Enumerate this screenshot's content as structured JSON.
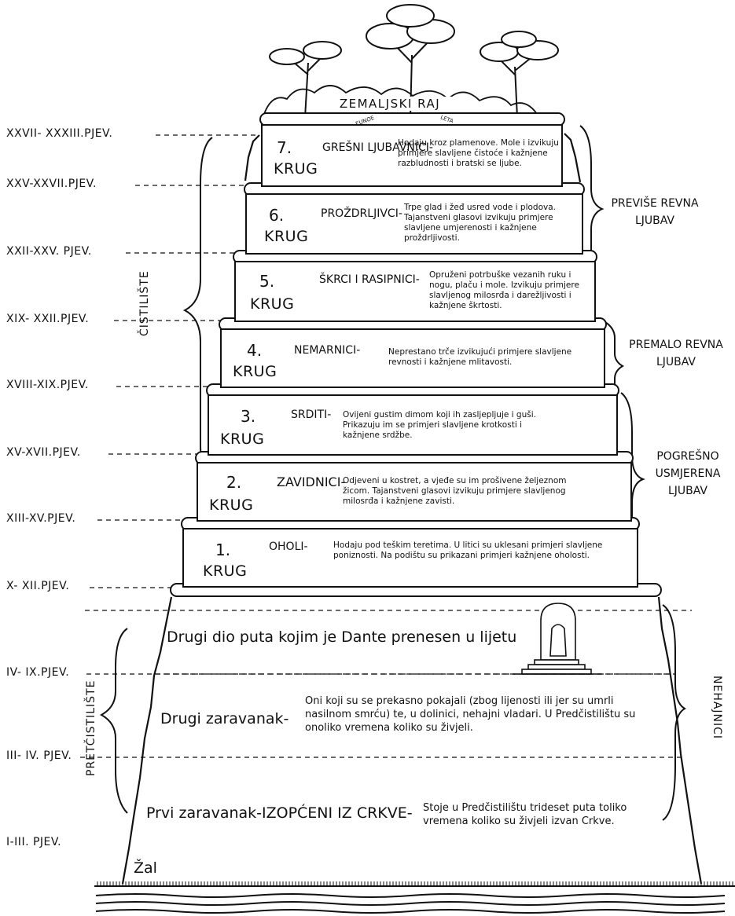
{
  "canto_labels": [
    "XXVII- XXXIII.PJEV.",
    "XXV-XXVII.PJEV.",
    "XXII-XXV. PJEV.",
    "XIX- XXII.PJEV.",
    "XVIII-XIX.PJEV.",
    "XV-XVII.PJEV.",
    "XIII-XV.PJEV.",
    "X- XII.PJEV.",
    "IV- IX.PJEV.",
    "III- IV. PJEV.",
    "I-III. PJEV."
  ],
  "top_label": "ZEMALJSKI RAJ",
  "rivers": [
    "EUNOE",
    "LETA"
  ],
  "terraces": [
    {
      "num": "7.",
      "krug": "KRUG",
      "name": "GREŠNI LJUBAVNICI-",
      "desc": "Hodaju kroz plamenove. Mole i izvikuju primjere slavljene čistoće i kažnjene razbludnosti i bratski se ljube."
    },
    {
      "num": "6.",
      "krug": "KRUG",
      "name": "PROŽDRLJIVCI-",
      "desc": "Trpe glad i žeđ usred vode i plodova. Tajanstveni glasovi izvikuju primjere slavljene umjerenosti i kažnjene proždrljivosti."
    },
    {
      "num": "5.",
      "krug": "KRUG",
      "name": "ŠKRCI I RASIPNICI-",
      "desc": "Opruženi potrbuške vezanih ruku i nogu, plaču i mole. Izvikuju primjere slavljenog milosrđa i darežljivosti i kažnjene škrtosti."
    },
    {
      "num": "4.",
      "krug": "KRUG",
      "name": "NEMARNICI-",
      "desc": "Neprestano trče izvikujući primjere slavljene revnosti i kažnjene mlitavosti."
    },
    {
      "num": "3.",
      "krug": "KRUG",
      "name": "SRDITI-",
      "desc": "Ovijeni gustim dimom koji ih zasljepljuje i guši. Prikazuju im se primjeri slavljene krotkosti i kažnjene srdžbe."
    },
    {
      "num": "2.",
      "krug": "KRUG",
      "name": "ZAVIDNICI-",
      "desc": "Odjeveni u kostret, a vjeđe su im prošivene željeznom žicom. Tajanstveni glasovi izvikuju primjere slavljenog milosrđa i kažnjene zavisti."
    },
    {
      "num": "1.",
      "krug": "KRUG",
      "name": "OHOLI-",
      "desc": "Hodaju pod teškim teretima. U litici su uklesani primjeri slavljene poniznosti. Na podištu su prikazani primjeri kažnjene oholosti."
    }
  ],
  "right_labels": {
    "top": "PREVIŠE REVNA LJUBAV",
    "middle": "PREMALO REVNA LJUBAV",
    "bottom": "POGREŠNO USMJERENA LJUBAV",
    "nehajnici": "NEHAJNICI"
  },
  "left_labels": {
    "cistiliste": "ČISTILIŠTE",
    "predcistiliste": "PRETČISTILIŠTE"
  },
  "ante": {
    "part2": "Drugi dio puta kojim je Dante prenesen u lijetu",
    "second_terrace": "Drugi zaravanak-",
    "second_desc": "Oni koji su se prekasno pokajali (zbog lijenosti ili jer su umrli nasilnom smrću) te, u dolinici, nehajni vladari. U Predčistilištu su onoliko vremena koliko su živjeli.",
    "first_terrace": "Prvi zaravanak-IZOPĆENI IZ CRKVE-",
    "first_desc": "Stoje u Predčistilištu trideset puta toliko vremena koliko su živjeli izvan Crkve.",
    "shore": "Žal"
  }
}
